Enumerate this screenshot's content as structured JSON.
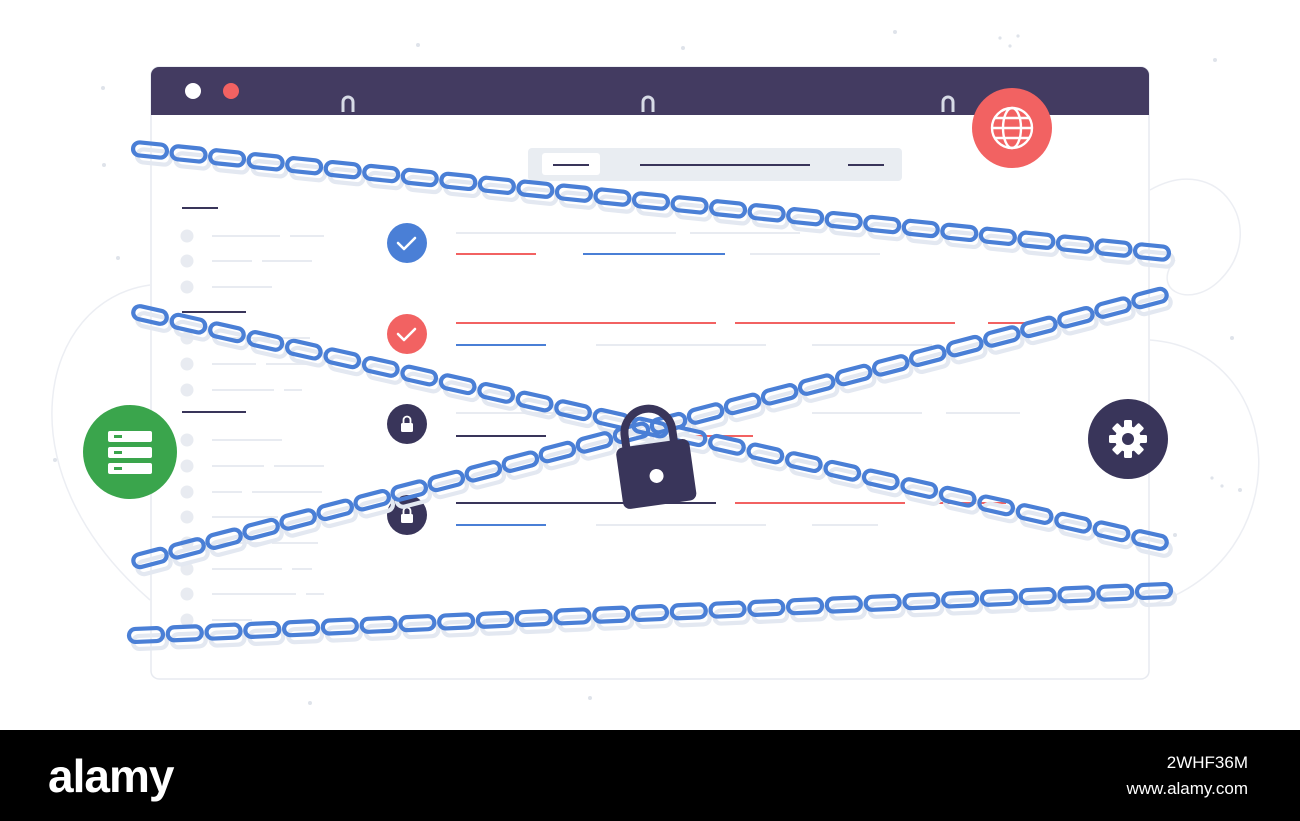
{
  "footer": {
    "logo_text": "alamy",
    "image_id": "2WHF36M",
    "url": "www.alamy.com"
  },
  "colors": {
    "window_bar": "#433b61",
    "chain": "#4a7fd6",
    "chain_shadow": "#dfe6f1",
    "accent_red": "#f26262",
    "accent_blue": "#4a7fd6",
    "accent_green": "#3aa54c",
    "dark": "#39355a",
    "placeholder": "#e8ebf1",
    "search_bar": "#e9edf2",
    "footer_bg": "#000000"
  },
  "icons": {
    "window_dots": [
      "window-close-dot-icon",
      "window-minimize-dot-icon"
    ],
    "badges": [
      "globe-icon",
      "server-icon",
      "gear-icon"
    ],
    "status": [
      "check-icon",
      "check-icon",
      "lock-icon",
      "lock-icon"
    ],
    "center": "padlock-icon",
    "chains": "chain-icon"
  }
}
